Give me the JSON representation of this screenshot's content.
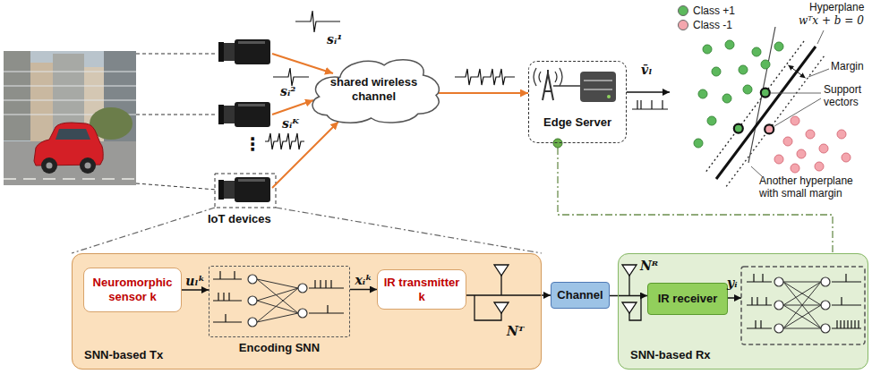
{
  "diagram": {
    "nodes": [
      {
        "text": [
          "shared wireless channel"
        ]
      },
      {
        "text": [
          "Edge Server"
        ]
      },
      {
        "text": [
          "SNN-based Tx"
        ]
      },
      {
        "text": [
          "Neuromorphic sensor k"
        ],
        "in": 2
      },
      {
        "text": [
          "Encoding SNN"
        ],
        "in": 2
      },
      {
        "text": [
          "IR transmitter k"
        ],
        "in": 2
      },
      {
        "text": [
          "Channel"
        ]
      },
      {
        "text": [
          "SNN-based Rx"
        ]
      },
      {
        "text": [
          "IR receiver"
        ],
        "in": 7
      }
    ],
    "edges": [
      {
        "from": 0,
        "to": 1,
        "arrow": "to"
      },
      {
        "from": 3,
        "to": 4,
        "arrow": "to",
        "label": "uₗᵏ"
      },
      {
        "from": 4,
        "to": 5,
        "arrow": "to",
        "label": "xᵢᵏ"
      },
      {
        "from": 5,
        "to": 6,
        "arrow": "to"
      },
      {
        "from": 6,
        "to": 8,
        "arrow": "to"
      }
    ],
    "labels": [
      "sᵢ¹",
      "sᵢ²",
      "⋮",
      "sᵢᴷ",
      "IoT devices",
      "v̄ₗ",
      "Hyperplane",
      "wᵀx + b = 0",
      "Margin",
      "Support vectors",
      "Another hyperplane with small margin",
      "Nᵀ",
      "Nᴿ",
      "yᵢ"
    ],
    "legend": [
      {
        "text": "Class +1",
        "color": "#5cb85c"
      },
      {
        "text": "Class -1",
        "color": "#f4a6ae"
      }
    ]
  }
}
